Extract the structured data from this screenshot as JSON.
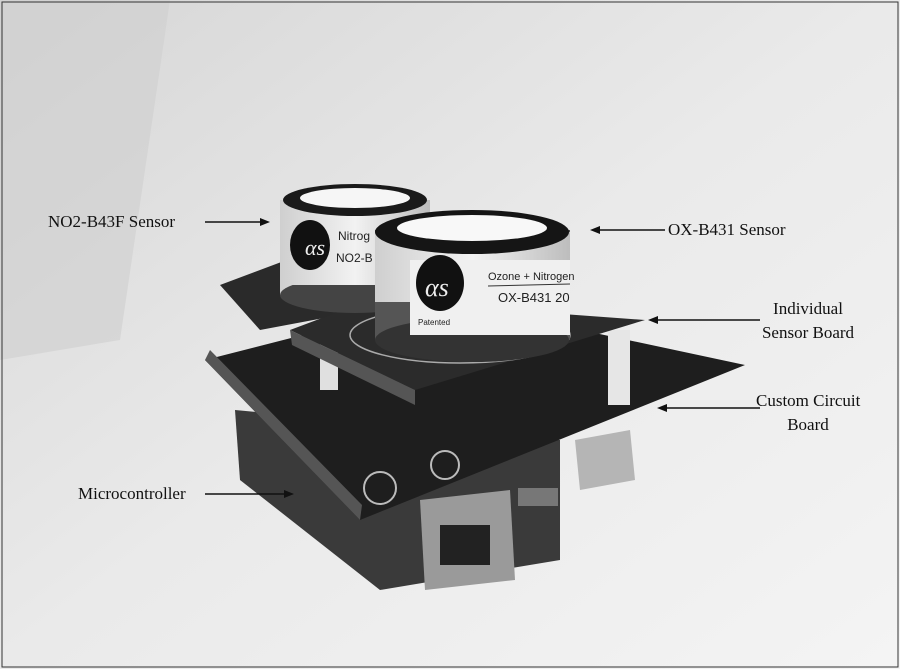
{
  "labels": {
    "no2_sensor": "NO2-B43F Sensor",
    "ox_sensor": "OX-B431 Sensor",
    "individual_board_line1": "Individual",
    "individual_board_line2": "Sensor Board",
    "custom_board_line1": "Custom Circuit",
    "custom_board_line2": "Board",
    "microcontroller": "Microcontroller"
  },
  "sensor_text": {
    "no2_line1": "Nitrog",
    "no2_line2": "NO2-B",
    "ox_line1": "Ozone + Nitrogen",
    "ox_line2": "OX-B431 20",
    "brand_mark": "αs",
    "patented": "Patented"
  }
}
